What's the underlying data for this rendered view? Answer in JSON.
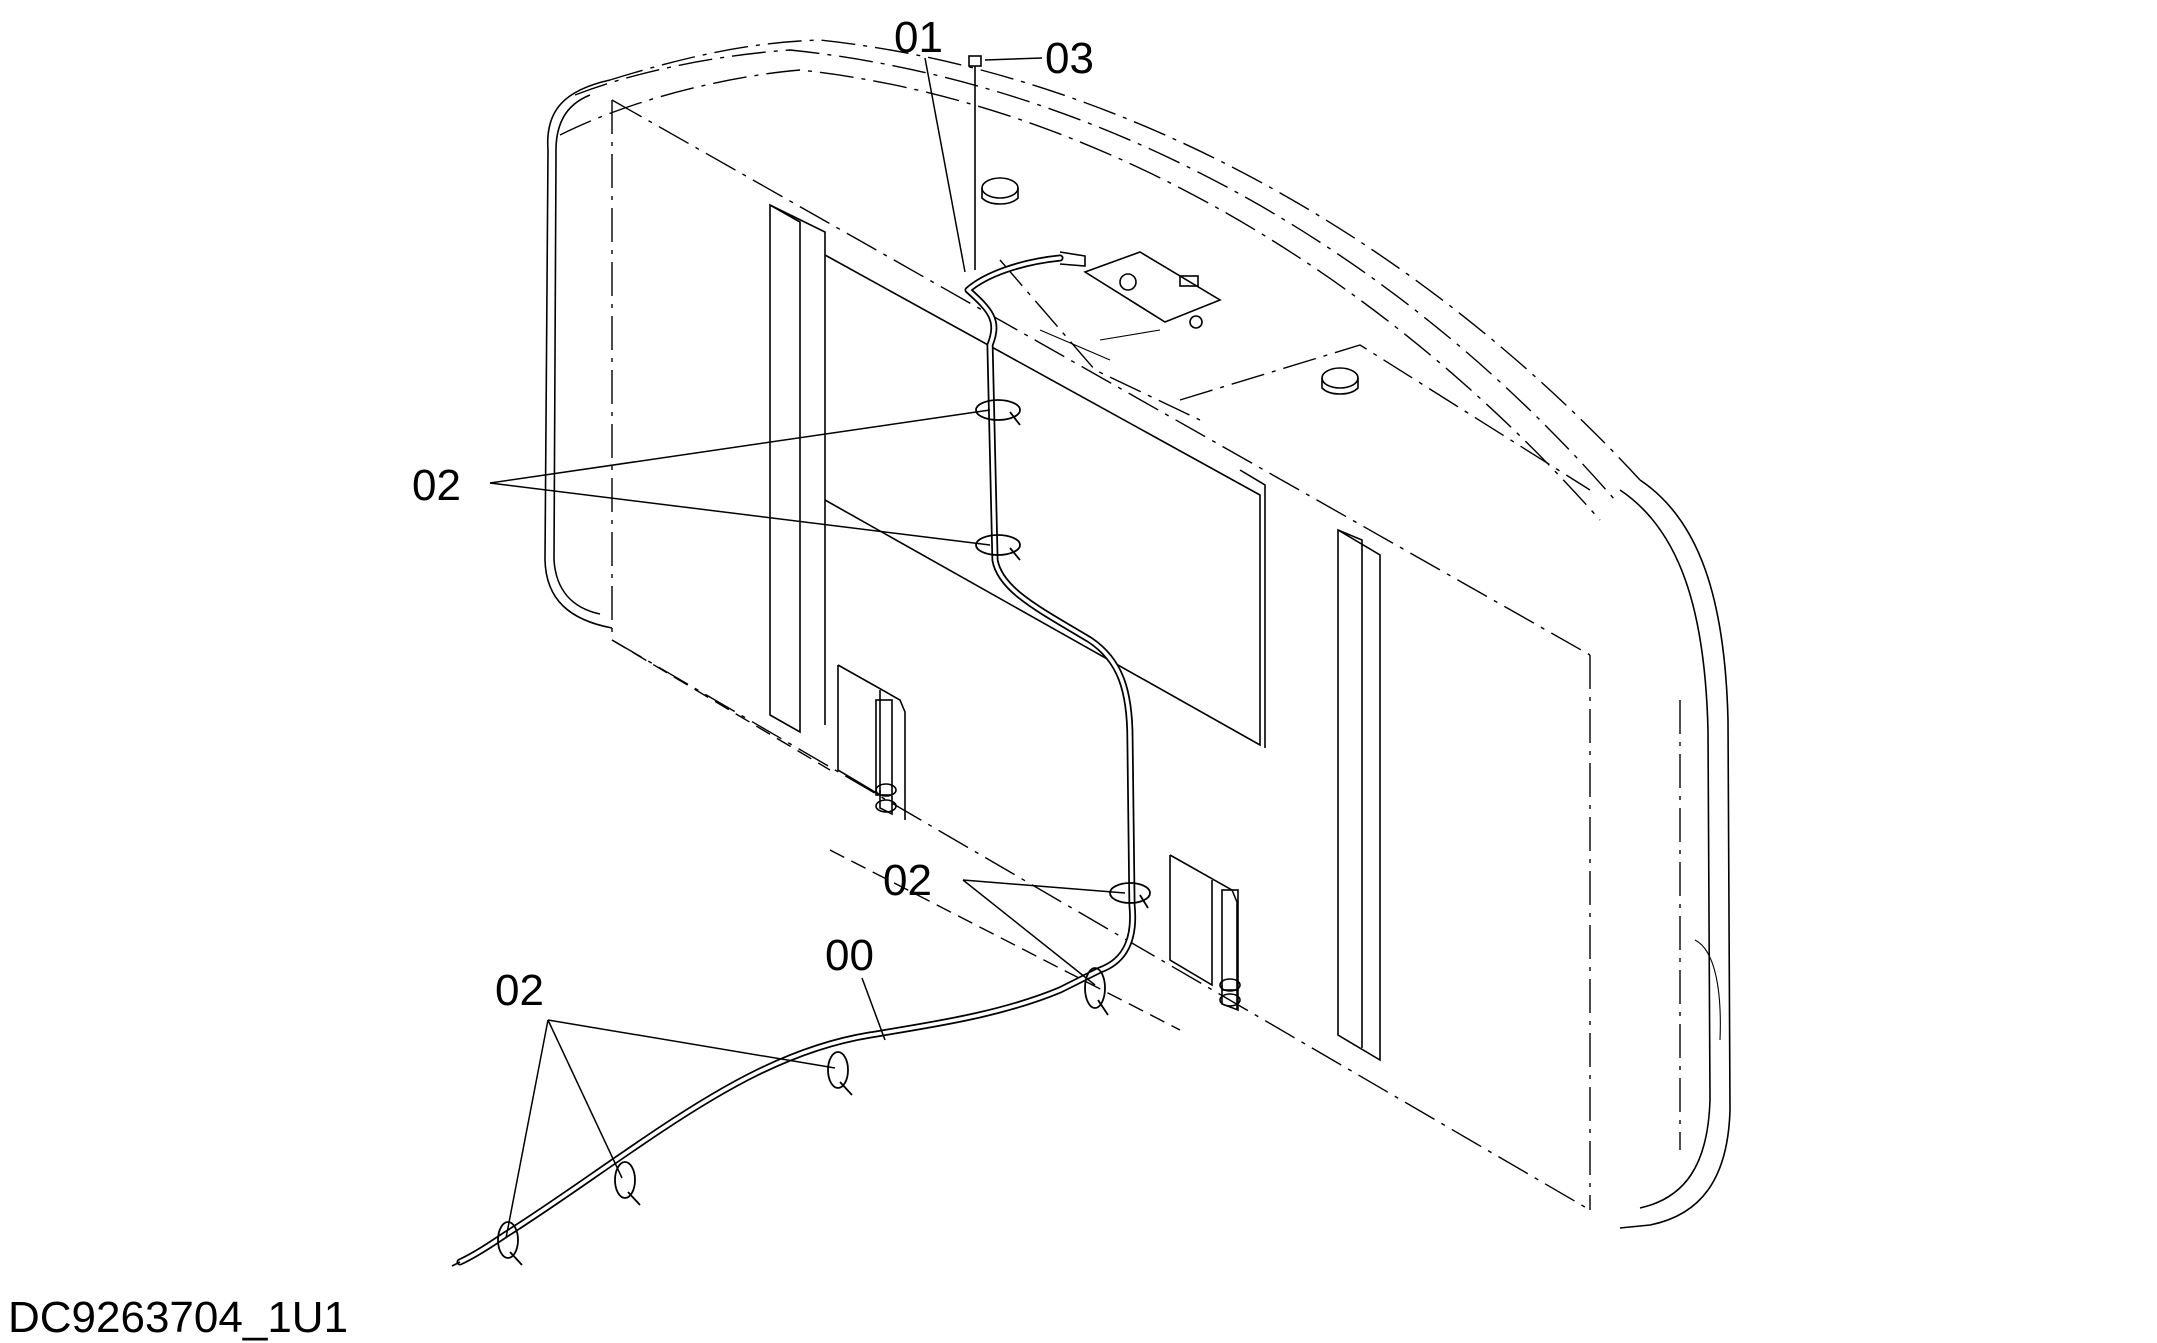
{
  "callouts": {
    "c01": "01",
    "c03": "03",
    "c02_upper": "02",
    "c02_middle": "02",
    "c00": "00",
    "c02_lower": "02"
  },
  "doc_id": "DC9263704_1U1",
  "colors": {
    "line": "#000000",
    "background": "#ffffff"
  }
}
